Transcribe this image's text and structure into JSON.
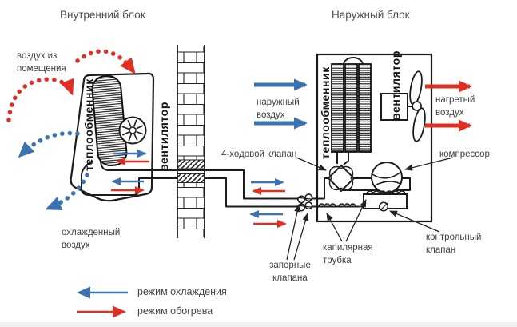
{
  "titles": {
    "indoor": "Внутренний блок",
    "outdoor": "Наружный блок"
  },
  "labels": {
    "air_from_room": "воздух из помещения",
    "cooled_air": "охлажденный воздух",
    "outside_air": "наружный воздух",
    "heated_air": "нагретый воздух",
    "four_way_valve": "4-ходовой клапан",
    "compressor": "компрессор",
    "indoor_heat_exchanger": "теплообменник",
    "indoor_fan": "вентилятор",
    "outdoor_heat_exchanger": "теплообменник",
    "outdoor_fan": "вентилятор",
    "shutoff_valves": "запорные клапана",
    "capillary_tube": "капилярная трубка",
    "check_valve": "контрольный клапан"
  },
  "legend": {
    "cooling_mode": "режим охлаждения",
    "heating_mode": "режим обогрева"
  },
  "colors": {
    "cooling_blue": "#3b72b0",
    "heating_red": "#df2f23",
    "line_black": "#1c1c1c",
    "text_gray": "#4a4a4a"
  }
}
